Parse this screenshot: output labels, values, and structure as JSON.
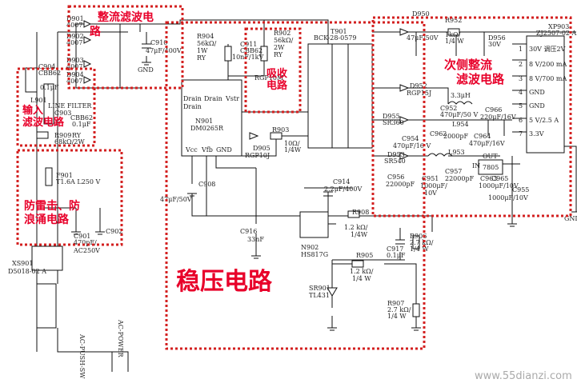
{
  "regions": {
    "rect_filter": "整流滤波电路",
    "snubber": "吸收电路",
    "secondary": "次侧整流滤波电路",
    "input_filter": "输入滤波电路",
    "surge": "防雷击、防浪涌电路",
    "regulator": "稳压电路"
  },
  "components": {
    "d901": "D901",
    "d901v": "4007",
    "d902": "D902",
    "d902v": "4007",
    "d903": "D903",
    "d903v": "4007",
    "d904": "D904",
    "d904v": "4007",
    "c910": "C910",
    "c910v": "47μF/400V",
    "c904": "C904",
    "c904t": "CBB62",
    "c904v": "0.1μF",
    "l901": "L901",
    "l901v": "LINE FILTER",
    "c903": "C903",
    "c903t": "CBB62",
    "c903v": "0.1μF",
    "r909": "R909",
    "r909v": "RY",
    "r909v2": "68kΩ/2W",
    "f901": "F901",
    "f901v": "T1.6A L250 V",
    "c901": "C901",
    "c901v": "470pF/",
    "c901v2": "AC250V",
    "c902": "C902",
    "xs901": "XS901",
    "xs901v": "D5018-02 A",
    "ac_sw": "AC-PUSH-SW",
    "ac_power": "AC-POWER",
    "r904": "R904",
    "r904v": "56kΩ/",
    "r904v2": "1W",
    "r904v3": "RY",
    "r902": "R902",
    "r902v": "56kΩ/",
    "r902v2": "2W",
    "r902v3": "RY",
    "c911": "C911",
    "c911t": "CBB62",
    "c911v": "10nF/1kV",
    "d901b": "RGP10M",
    "n901": "N901",
    "n901v": "DM0265R",
    "drain": "Drain",
    "vstr": "Vstr",
    "vcc": "Vcc",
    "vfb": "Vfb",
    "gnd_pin": "GND",
    "r903": "R903",
    "r903v": "10Ω/",
    "r903v2": "1/4W",
    "d905": "D905",
    "d905v": "RGP10J",
    "c908": "C908",
    "c908v": "47μF/50V",
    "t901": "T901",
    "t901v": "BCK-28-0579",
    "c914": "C914",
    "c914v": "2.2μF/400V",
    "c916": "C916",
    "c916v": "33nF",
    "n902": "N902",
    "n902v": "HS817G",
    "r908": "R908",
    "r908v": "1.2 kΩ/",
    "r908v2": "1/4W",
    "r905": "R905",
    "r905v": "1.2 kΩ/",
    "r905v2": "1/4 W",
    "c917": "C917",
    "c917v": "0.1μF",
    "r906": "R906",
    "r906v": "2.7 kΩ/",
    "r906v2": "1/4 W",
    "sr901": "SR901",
    "sr901v": "TL431",
    "r907": "R907",
    "r907v": "2.7 kΩ/",
    "r907v2": "1/4 W",
    "d950": "D950",
    "d950v": "47μF/50V",
    "r952": "R952",
    "r952v": "1kΩ/",
    "r952v2": "1/4 W",
    "d956": "D956",
    "d956v": "30V",
    "d952": "D952",
    "d952v": "RGP15J",
    "d955": "D955",
    "d955v": "SR360",
    "c952": "C952",
    "c952v": "470μF/50 V",
    "l954": "L954",
    "l954v": "3.3μH",
    "c966": "C966",
    "c966v": "220μF/16V",
    "c954": "C954",
    "c954v": "470μF/16 V",
    "c962": "C962",
    "c962v": "2000pF",
    "c964": "C964",
    "c964v": "470μF/16V",
    "d953": "D953",
    "d953v": "SR540",
    "c956": "C956",
    "c956v": "22000pF",
    "c957": "C957",
    "c957v": "22000pF",
    "c951": "C951",
    "c951v": "1000μF/",
    "c951v2": "10V",
    "l953": "L953",
    "reg": "7805",
    "reg_in": "IN",
    "reg_out": "OUT",
    "c963": "C963",
    "c963v": "C965",
    "c963v2": "1000μF/10V",
    "c955": "C955",
    "c955v": "1000μF/10V",
    "xp903": "XP903",
    "xp903v": "ZJ2507-02 A",
    "gnd": "GND"
  },
  "connector": [
    {
      "pin": "1",
      "label": "30V 调压2V"
    },
    {
      "pin": "2",
      "label": "8 V/200 mA"
    },
    {
      "pin": "3",
      "label": "8 V/700 mA"
    },
    {
      "pin": "4",
      "label": "GND"
    },
    {
      "pin": "5",
      "label": "GND"
    },
    {
      "pin": "6",
      "label": "5 V/2.5 A"
    },
    {
      "pin": "7",
      "label": "3.3V"
    }
  ],
  "connector_extra": "GND",
  "watermark": "www.55dianzi.com"
}
